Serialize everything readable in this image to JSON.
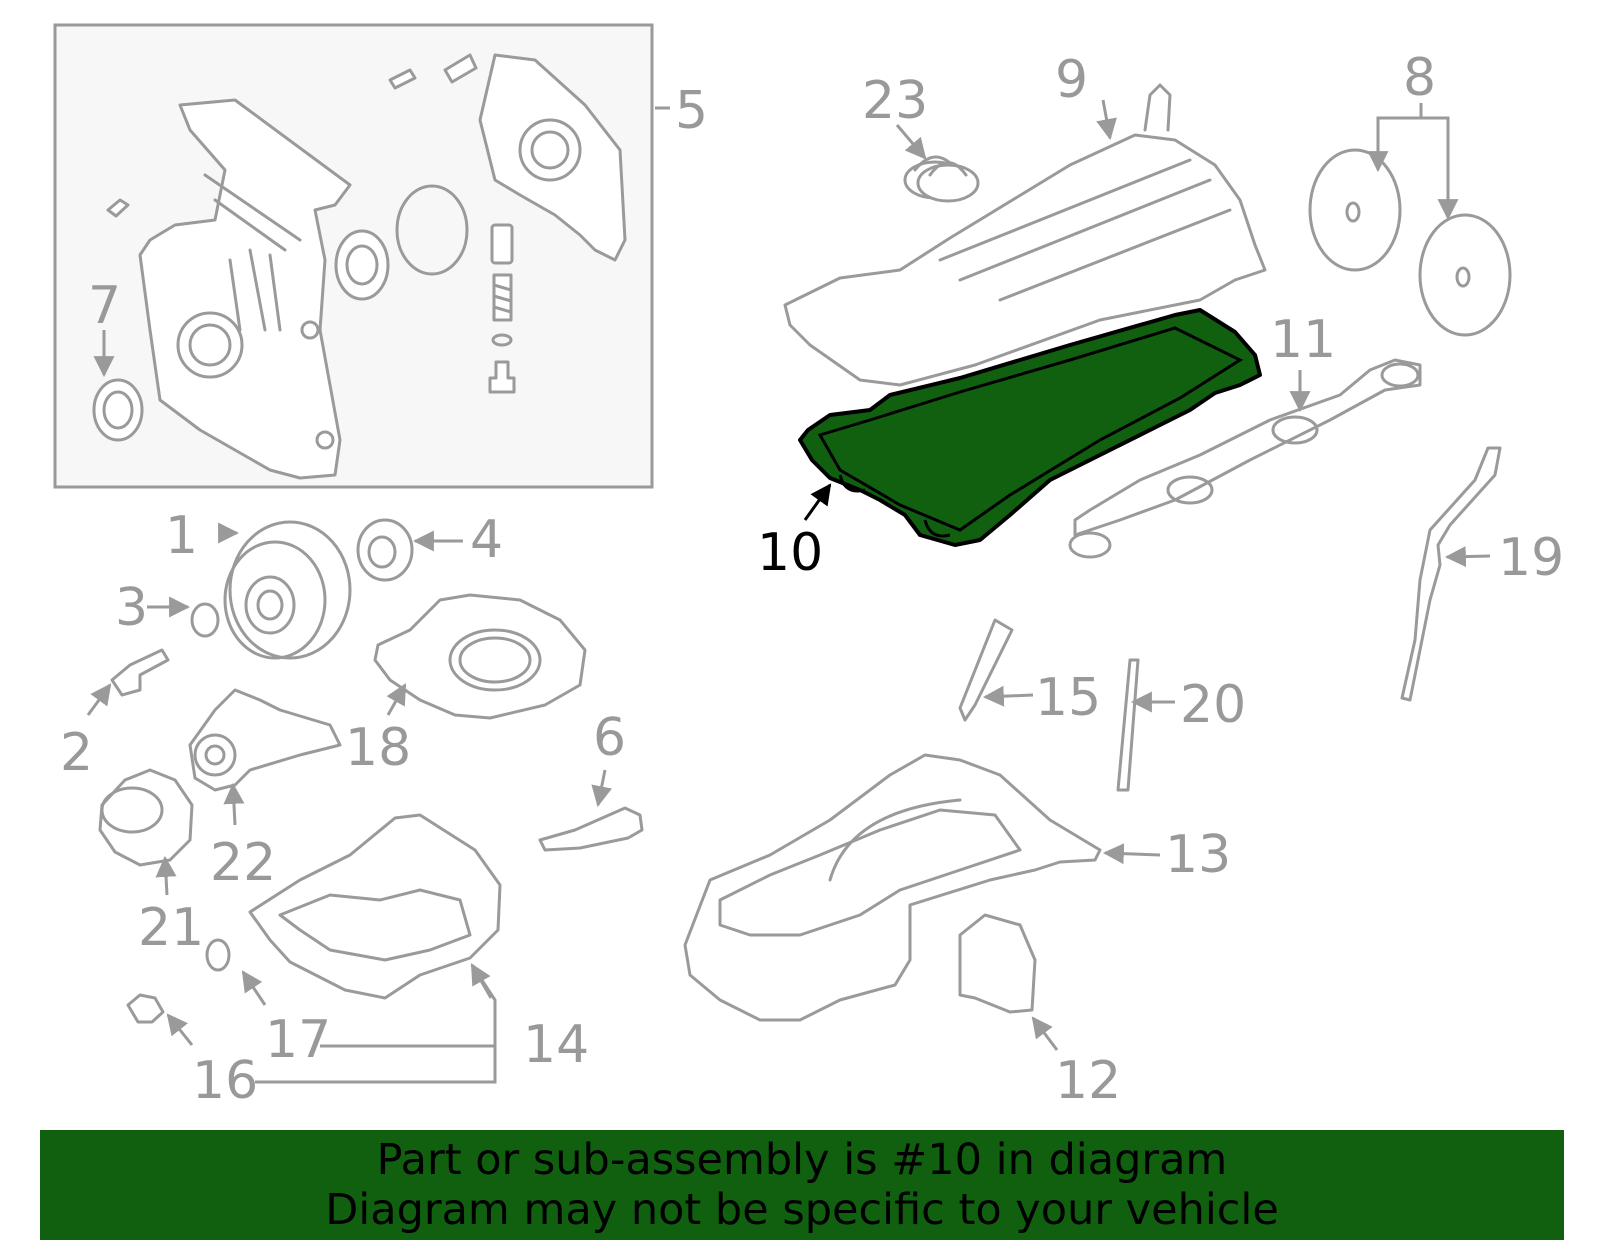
{
  "diagram": {
    "highlight_color": "#116010",
    "highlighted_part": "10",
    "callouts": [
      "1",
      "2",
      "3",
      "4",
      "5",
      "6",
      "7",
      "8",
      "9",
      "10",
      "11",
      "12",
      "13",
      "14",
      "15",
      "16",
      "17",
      "18",
      "19",
      "20",
      "21",
      "22",
      "23"
    ]
  },
  "banner": {
    "line1": "Part or sub-assembly is #10 in diagram",
    "line2": "Diagram may not be specific to your vehicle",
    "background": "#116010"
  }
}
